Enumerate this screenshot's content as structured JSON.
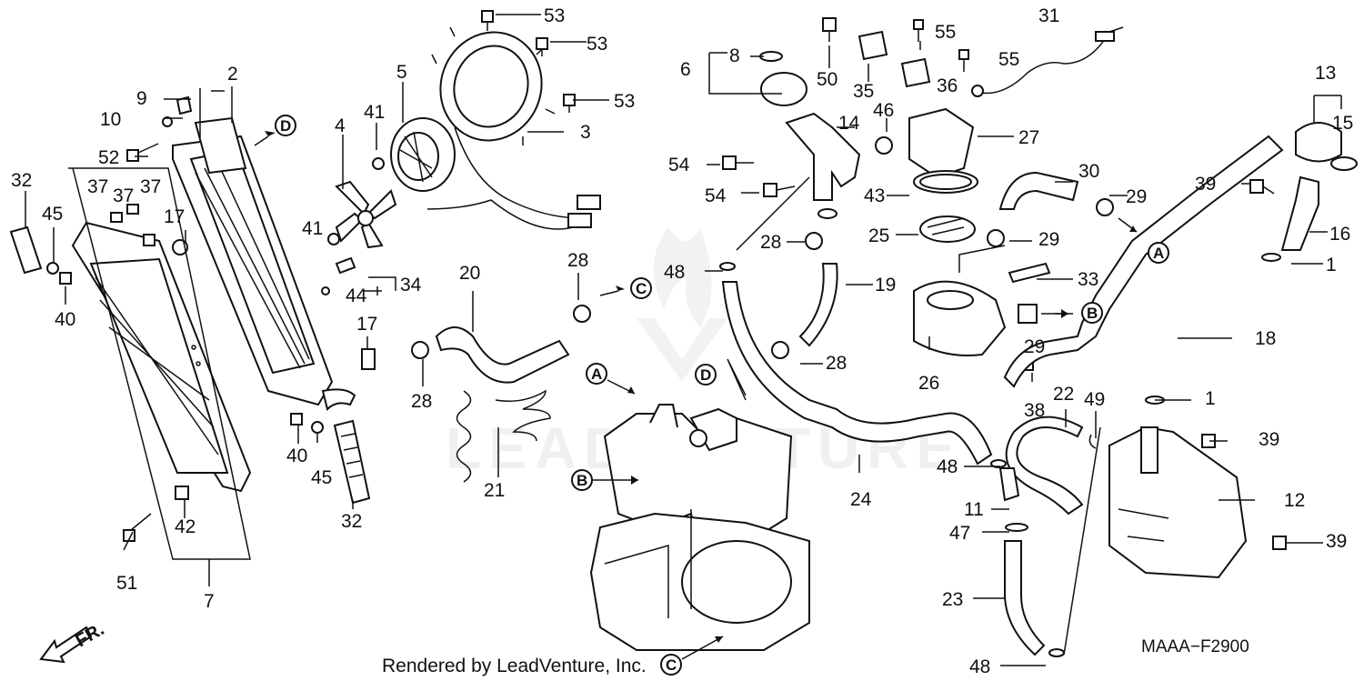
{
  "labels": [
    {
      "id": "l53a",
      "text": "53"
    },
    {
      "id": "l53b",
      "text": "53"
    },
    {
      "id": "l53c",
      "text": "53"
    },
    {
      "id": "l2",
      "text": "2"
    },
    {
      "id": "l9",
      "text": "9"
    },
    {
      "id": "l10",
      "text": "10"
    },
    {
      "id": "l5",
      "text": "5"
    },
    {
      "id": "l3",
      "text": "3"
    },
    {
      "id": "l41a",
      "text": "41"
    },
    {
      "id": "l4",
      "text": "4"
    },
    {
      "id": "l52",
      "text": "52"
    },
    {
      "id": "l32a",
      "text": "32"
    },
    {
      "id": "l37a",
      "text": "37"
    },
    {
      "id": "l37b",
      "text": "37"
    },
    {
      "id": "l37c",
      "text": "37"
    },
    {
      "id": "l45a",
      "text": "45"
    },
    {
      "id": "l17a",
      "text": "17"
    },
    {
      "id": "l41b",
      "text": "41"
    },
    {
      "id": "l40a",
      "text": "40"
    },
    {
      "id": "l44",
      "text": "44"
    },
    {
      "id": "l34",
      "text": "34"
    },
    {
      "id": "l17b",
      "text": "17"
    },
    {
      "id": "l40b",
      "text": "40"
    },
    {
      "id": "l45b",
      "text": "45"
    },
    {
      "id": "l32b",
      "text": "32"
    },
    {
      "id": "l42",
      "text": "42"
    },
    {
      "id": "l51",
      "text": "51"
    },
    {
      "id": "l7",
      "text": "7"
    },
    {
      "id": "l20",
      "text": "20"
    },
    {
      "id": "l28a",
      "text": "28"
    },
    {
      "id": "l28b",
      "text": "28"
    },
    {
      "id": "l21",
      "text": "21"
    },
    {
      "id": "l6",
      "text": "6"
    },
    {
      "id": "l8",
      "text": "8"
    },
    {
      "id": "l50",
      "text": "50"
    },
    {
      "id": "l35",
      "text": "35"
    },
    {
      "id": "l55a",
      "text": "55"
    },
    {
      "id": "l55b",
      "text": "55"
    },
    {
      "id": "l36",
      "text": "36"
    },
    {
      "id": "l31",
      "text": "31"
    },
    {
      "id": "l14",
      "text": "14"
    },
    {
      "id": "l46",
      "text": "46"
    },
    {
      "id": "l27",
      "text": "27"
    },
    {
      "id": "l54a",
      "text": "54"
    },
    {
      "id": "l54b",
      "text": "54"
    },
    {
      "id": "l43",
      "text": "43"
    },
    {
      "id": "l30",
      "text": "30"
    },
    {
      "id": "l29a",
      "text": "29"
    },
    {
      "id": "l28c",
      "text": "28"
    },
    {
      "id": "l25",
      "text": "25"
    },
    {
      "id": "l29b",
      "text": "29"
    },
    {
      "id": "l48a",
      "text": "48"
    },
    {
      "id": "l19",
      "text": "19"
    },
    {
      "id": "l33",
      "text": "33"
    },
    {
      "id": "l28d",
      "text": "28"
    },
    {
      "id": "l29c",
      "text": "29"
    },
    {
      "id": "l26",
      "text": "26"
    },
    {
      "id": "l38",
      "text": "38"
    },
    {
      "id": "l13",
      "text": "13"
    },
    {
      "id": "l15",
      "text": "15"
    },
    {
      "id": "l39a",
      "text": "39"
    },
    {
      "id": "l16",
      "text": "16"
    },
    {
      "id": "l1a",
      "text": "1"
    },
    {
      "id": "l18",
      "text": "18"
    },
    {
      "id": "l1b",
      "text": "1"
    },
    {
      "id": "l22",
      "text": "22"
    },
    {
      "id": "l49",
      "text": "49"
    },
    {
      "id": "l39b",
      "text": "39"
    },
    {
      "id": "l48b",
      "text": "48"
    },
    {
      "id": "l24",
      "text": "24"
    },
    {
      "id": "l11",
      "text": "11"
    },
    {
      "id": "l12",
      "text": "12"
    },
    {
      "id": "l47",
      "text": "47"
    },
    {
      "id": "l39c",
      "text": "39"
    },
    {
      "id": "l23",
      "text": "23"
    },
    {
      "id": "l48c",
      "text": "48"
    }
  ],
  "callouts": [
    {
      "id": "cD1",
      "text": "D"
    },
    {
      "id": "cC1",
      "text": "C"
    },
    {
      "id": "cA1",
      "text": "A"
    },
    {
      "id": "cB1",
      "text": "B"
    },
    {
      "id": "cA2",
      "text": "A"
    },
    {
      "id": "cD2",
      "text": "D"
    },
    {
      "id": "cB2",
      "text": "B"
    },
    {
      "id": "cC2",
      "text": "C"
    }
  ],
  "watermark": "LEADVENTURE",
  "rendered_by": "Rendered by LeadVenture, Inc.",
  "diagram_code": "MAAA−F2900",
  "front_label": "FR."
}
